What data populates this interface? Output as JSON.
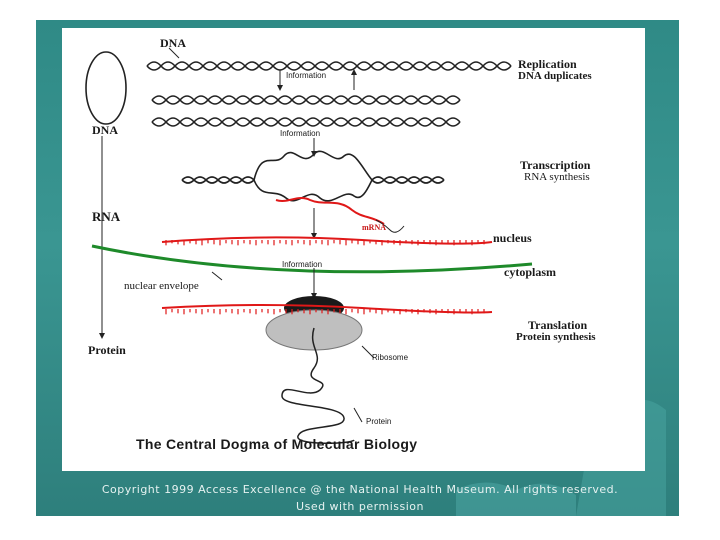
{
  "diagram": {
    "title": "The Central Dogma of Molecular Biology",
    "left_labels": {
      "dna": "DNA",
      "rna": "RNA",
      "protein": "Protein"
    },
    "dna_top_label": "DNA",
    "information_labels": [
      "Information",
      "Information",
      "Information"
    ],
    "stages": {
      "replication": {
        "title": "Replication",
        "subtitle": "DNA duplicates"
      },
      "transcription": {
        "title": "Transcription",
        "subtitle": "RNA synthesis"
      },
      "translation": {
        "title": "Translation",
        "subtitle": "Protein synthesis"
      }
    },
    "mrna_label": "mRNA",
    "nucleus_label": "nucleus",
    "cytoplasm_label": "cytoplasm",
    "nuclear_envelope_label": "nuclear envelope",
    "ribosome_label": "Ribosome",
    "protein_label": "Protein",
    "colors": {
      "rna": "#e01818",
      "envelope": "#1e8a2a",
      "background": "#2f8a86"
    }
  },
  "copyright": {
    "line1": "Copyright 1999 Access Excellence @ the National Health Museum. All rights reserved.",
    "line2": "Used with permission"
  }
}
